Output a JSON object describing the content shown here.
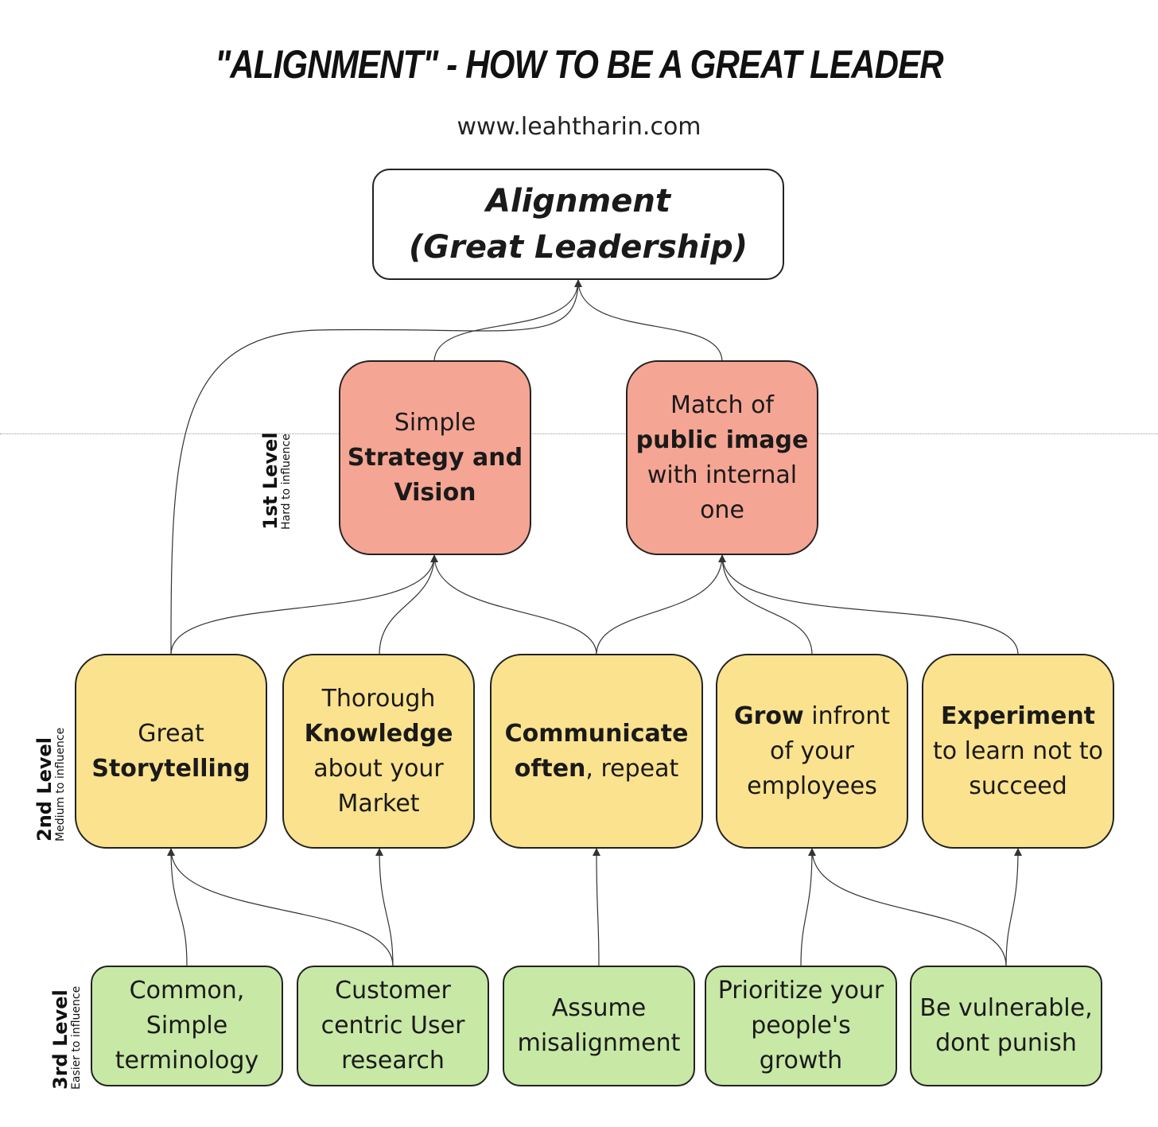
{
  "header": {
    "title": "\"ALIGNMENT\" - HOW TO BE A GREAT LEADER",
    "url": "www.leahtharin.com"
  },
  "root": {
    "line1": "Alignment",
    "line2": "(Great Leadership)"
  },
  "levels": [
    {
      "name": "1st Level",
      "sub": "Hard to influence"
    },
    {
      "name": "2nd Level",
      "sub": "Medium to influence"
    },
    {
      "name": "3rd Level",
      "sub": "Easier to influence"
    }
  ],
  "level1": [
    {
      "lines": [
        {
          "text": "Simple",
          "bold": false
        },
        {
          "text": "Strategy and",
          "bold": true
        },
        {
          "text": "Vision",
          "bold": true
        }
      ]
    },
    {
      "lines": [
        {
          "text": "Match of",
          "bold": false
        },
        {
          "text": "public image",
          "bold": true
        },
        {
          "text": "with internal",
          "bold": false
        },
        {
          "text": "one",
          "bold": false
        }
      ]
    }
  ],
  "level2": [
    {
      "lines": [
        {
          "parts": [
            {
              "text": "Great",
              "bold": false
            }
          ]
        },
        {
          "parts": [
            {
              "text": "Storytelling",
              "bold": true
            }
          ]
        }
      ]
    },
    {
      "lines": [
        {
          "parts": [
            {
              "text": "Thorough",
              "bold": false
            }
          ]
        },
        {
          "parts": [
            {
              "text": "Knowledge",
              "bold": true
            }
          ]
        },
        {
          "parts": [
            {
              "text": "about your",
              "bold": false
            }
          ]
        },
        {
          "parts": [
            {
              "text": "Market",
              "bold": false
            }
          ]
        }
      ]
    },
    {
      "lines": [
        {
          "parts": [
            {
              "text": "Communicate",
              "bold": true
            }
          ]
        },
        {
          "parts": [
            {
              "text": "often",
              "bold": true
            },
            {
              "text": ", repeat",
              "bold": false
            }
          ]
        }
      ]
    },
    {
      "lines": [
        {
          "parts": [
            {
              "text": "Grow",
              "bold": true
            },
            {
              "text": " infront",
              "bold": false
            }
          ]
        },
        {
          "parts": [
            {
              "text": "of your",
              "bold": false
            }
          ]
        },
        {
          "parts": [
            {
              "text": "employees",
              "bold": false
            }
          ]
        }
      ]
    },
    {
      "lines": [
        {
          "parts": [
            {
              "text": "Experiment",
              "bold": true
            }
          ]
        },
        {
          "parts": [
            {
              "text": "to learn not to",
              "bold": false
            }
          ]
        },
        {
          "parts": [
            {
              "text": "succeed",
              "bold": false
            }
          ]
        }
      ]
    }
  ],
  "level3": [
    {
      "lines": [
        "Common,",
        "Simple",
        "terminology"
      ]
    },
    {
      "lines": [
        "Customer",
        "centric User",
        "research"
      ]
    },
    {
      "lines": [
        "Assume",
        "misalignment"
      ]
    },
    {
      "lines": [
        "Prioritize your",
        "people's",
        "growth"
      ]
    },
    {
      "lines": [
        "Be vulnerable,",
        "dont punish"
      ]
    }
  ]
}
